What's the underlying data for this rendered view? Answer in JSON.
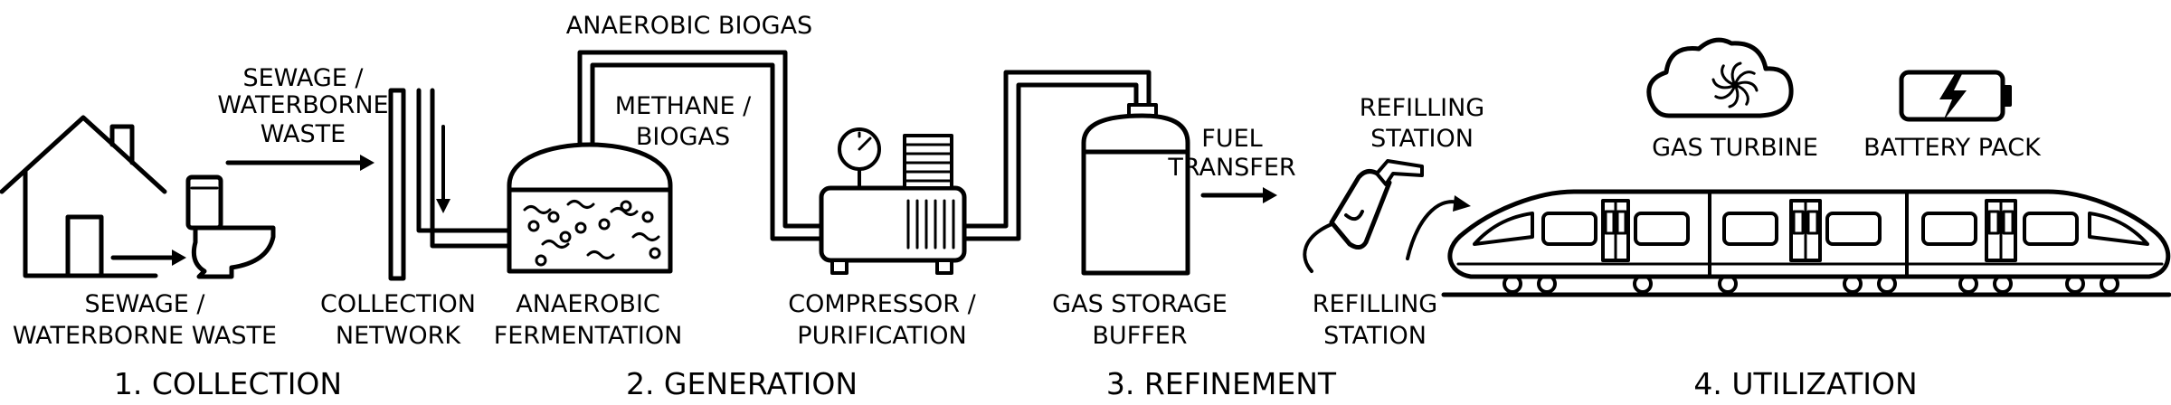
{
  "stages": {
    "collection": "1. COLLECTION",
    "generation": "2. GENERATION",
    "refinement": "3. REFINEMENT",
    "utilization": "4. UTILIZATION"
  },
  "labels": {
    "source_l1": "SEWAGE /",
    "source_l2": "WATERBORNE WASTE",
    "flow_l1": "SEWAGE /",
    "flow_l2": "WATERBORNE",
    "flow_l3": "WASTE",
    "network_l1": "COLLECTION",
    "network_l2": "NETWORK",
    "digester_l1": "ANAEROBIC",
    "digester_l2": "FERMENTATION",
    "biogas_pipe": "ANAEROBIC BIOGAS",
    "methane_l1": "METHANE /",
    "methane_l2": "BIOGAS",
    "compressor_l1": "COMPRESSOR /",
    "compressor_l2": "PURIFICATION",
    "storage_l1": "GAS STORAGE",
    "storage_l2": "BUFFER",
    "fuel_l1": "FUEL",
    "fuel_l2": "TRANSFER",
    "refill_top_l1": "REFILLING",
    "refill_top_l2": "STATION",
    "refill_bot_l1": "REFILLING",
    "refill_bot_l2": "STATION",
    "gas_turbine": "GAS TURBINE",
    "battery_pack": "BATTERY PACK"
  },
  "icons": {
    "house": "house-icon",
    "toilet": "toilet-icon",
    "pipe": "collection-pipe-icon",
    "digester": "digester-tank-icon",
    "compressor": "compressor-icon",
    "storage": "gas-storage-tank-icon",
    "nozzle": "fuel-nozzle-icon",
    "turbine": "cloud-turbine-icon",
    "battery": "battery-bolt-icon",
    "train": "train-icon"
  },
  "colors": {
    "stroke": "#000000",
    "background": "#ffffff"
  }
}
